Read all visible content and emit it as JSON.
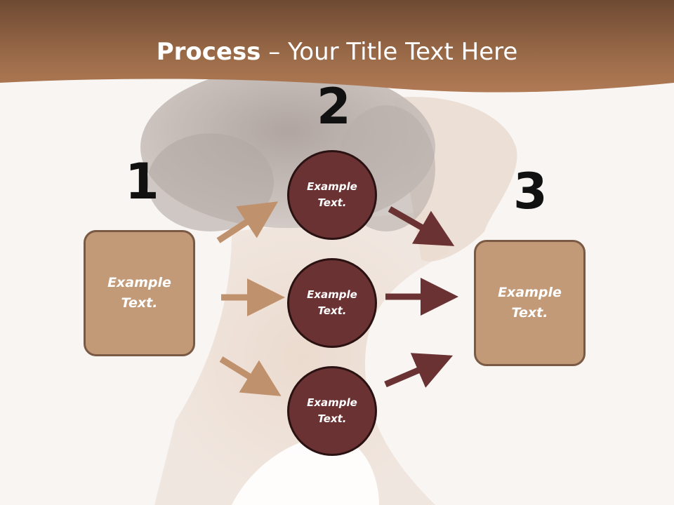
{
  "title": {
    "bold": "Process",
    "rest": " – Your Title Text Here"
  },
  "steps": {
    "one": "1",
    "two": "2",
    "three": "3"
  },
  "left_box": {
    "text": "Example\nText."
  },
  "right_box": {
    "text": "Example\nText."
  },
  "circles": [
    {
      "text": "Example\nText."
    },
    {
      "text": "Example\nText."
    },
    {
      "text": "Example\nText."
    }
  ],
  "colors": {
    "header_brown": "#9b6a48",
    "box_fill": "#c29a78",
    "circle_fill": "#6b3233",
    "arrow_light": "#c0916d",
    "arrow_dark": "#6b3233"
  }
}
